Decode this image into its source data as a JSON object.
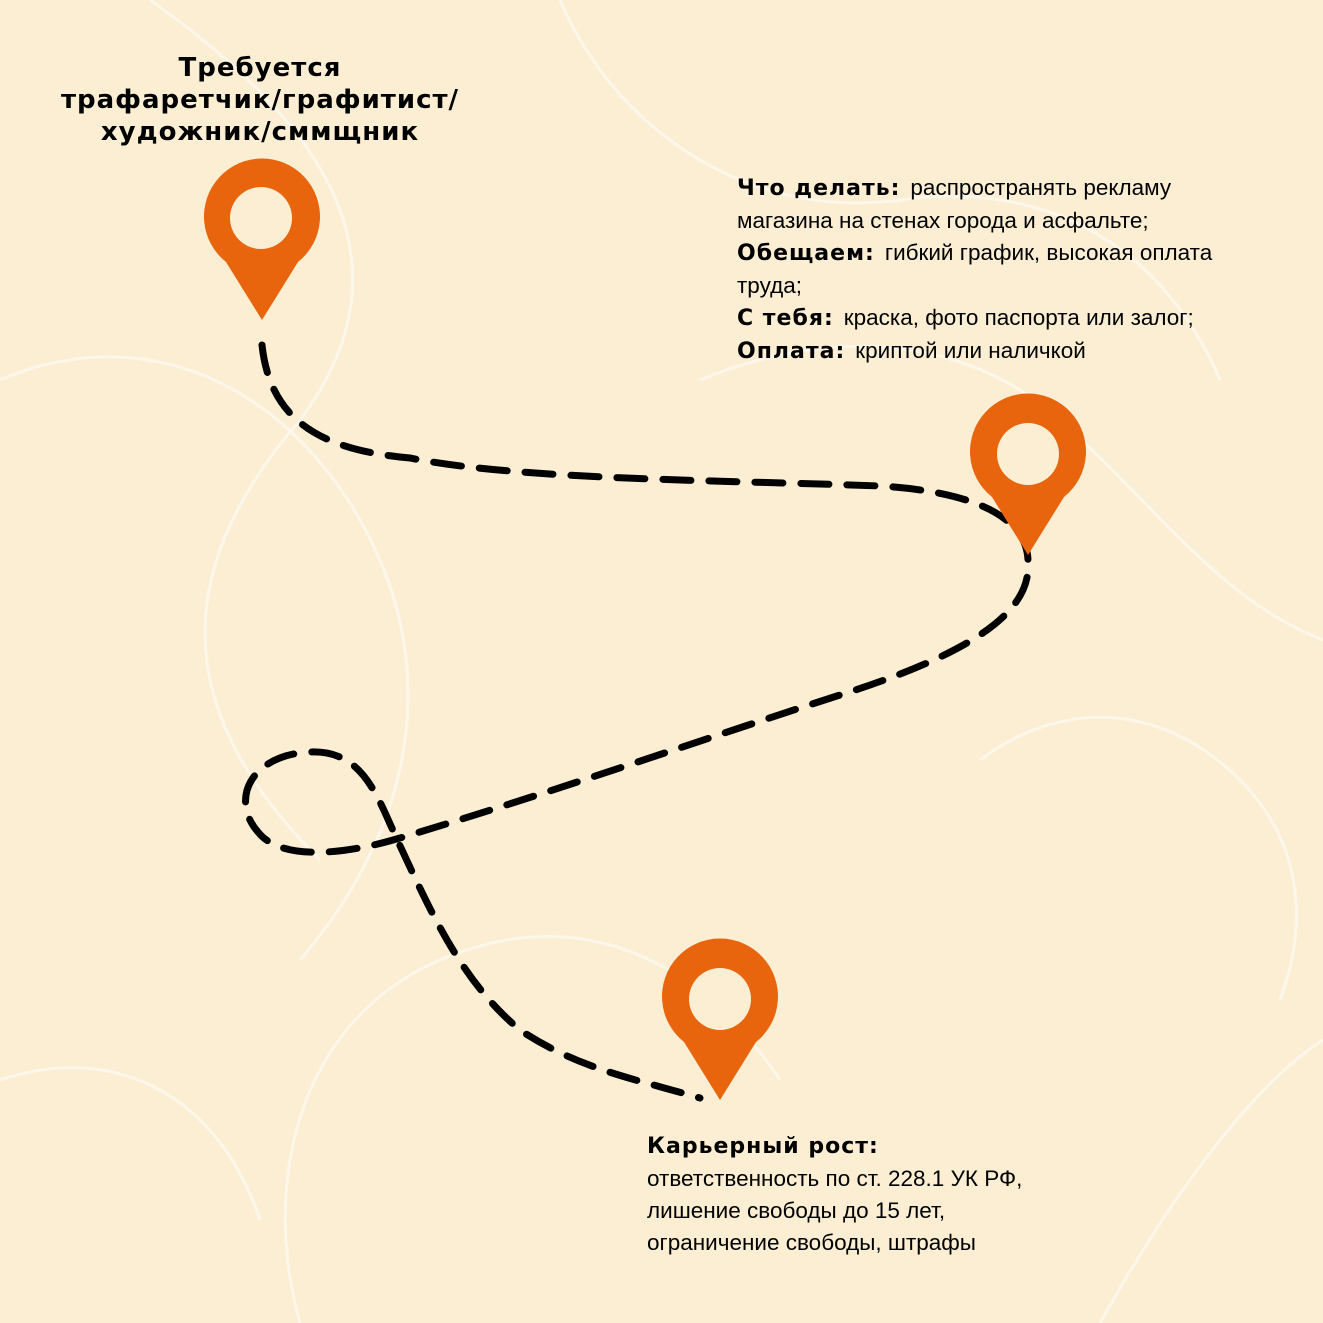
{
  "heading": {
    "line1": "Требуется",
    "line2": "трафаретчик/графитист/",
    "line3": "художник/сммщник"
  },
  "info": [
    {
      "label": "Что делать:",
      "lines": [
        "распространять рекламу",
        "магазина на стенах города и асфальте;"
      ]
    },
    {
      "label": "Обещаем:",
      "lines": [
        "гибкий график, высокая оплата",
        "труда;"
      ]
    },
    {
      "label": "С тебя:",
      "lines": [
        "краска,  фото паспорта или залог;"
      ]
    },
    {
      "label": "Оплата:",
      "lines": [
        "криптой или наличкой"
      ]
    }
  ],
  "career": {
    "title": "Карьерный рост:",
    "lines": [
      "ответственность по ст. 228.1 УК РФ,",
      "лишение свободы до 15 лет,",
      "ограничение свободы, штрафы"
    ]
  },
  "colors": {
    "background": "#fbeed3",
    "pin": "#e8650d",
    "path": "#000000"
  },
  "icons": [
    "map-pin-icon",
    "map-pin-icon",
    "map-pin-icon"
  ]
}
